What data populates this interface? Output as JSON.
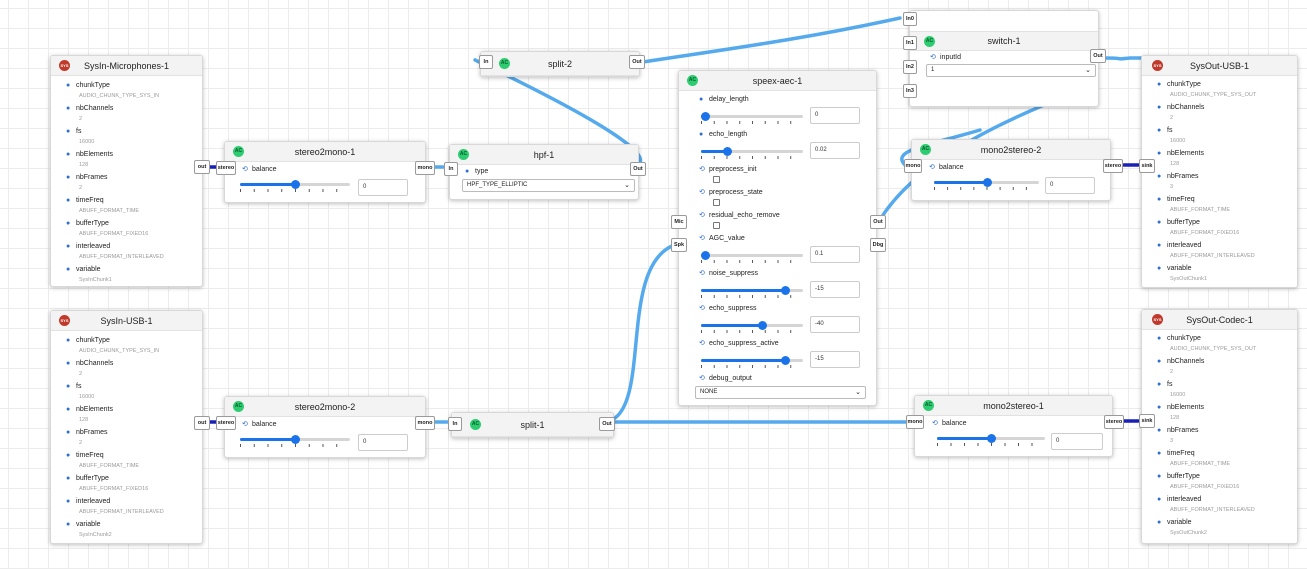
{
  "colors": {
    "wire": "#55aaee",
    "wire_dark": "#1820b8",
    "accent": "#1a73e8",
    "ac_badge": "#2ecc71",
    "sys_badge": "#c0392b"
  },
  "nodes": {
    "sysin_mic": {
      "title": "SysIn-Microphones-1",
      "badge": "SYS",
      "props": [
        {
          "label": "chunkType",
          "value": "AUDIO_CHUNK_TYPE_SYS_IN"
        },
        {
          "label": "nbChannels",
          "value": "2"
        },
        {
          "label": "fs",
          "value": "16000"
        },
        {
          "label": "nbElements",
          "value": "128"
        },
        {
          "label": "nbFrames",
          "value": "2"
        },
        {
          "label": "timeFreq",
          "value": "ABUFF_FORMAT_TIME"
        },
        {
          "label": "bufferType",
          "value": "ABUFF_FORMAT_FIXED16"
        },
        {
          "label": "interleaved",
          "value": "ABUFF_FORMAT_INTERLEAVED"
        },
        {
          "label": "variable",
          "value": "SysInChunk1"
        }
      ],
      "port_out": "out"
    },
    "sysin_usb": {
      "title": "SysIn-USB-1",
      "badge": "SYS",
      "props": [
        {
          "label": "chunkType",
          "value": "AUDIO_CHUNK_TYPE_SYS_IN"
        },
        {
          "label": "nbChannels",
          "value": "2"
        },
        {
          "label": "fs",
          "value": "16000"
        },
        {
          "label": "nbElements",
          "value": "128"
        },
        {
          "label": "nbFrames",
          "value": "2"
        },
        {
          "label": "timeFreq",
          "value": "ABUFF_FORMAT_TIME"
        },
        {
          "label": "bufferType",
          "value": "ABUFF_FORMAT_FIXED16"
        },
        {
          "label": "interleaved",
          "value": "ABUFF_FORMAT_INTERLEAVED"
        },
        {
          "label": "variable",
          "value": "SysInChunk2"
        }
      ],
      "port_out": "out"
    },
    "s2m1": {
      "title": "stereo2mono-1",
      "badge": "AC",
      "port_in": "stereo",
      "port_out": "mono",
      "prop": "balance",
      "value": "0",
      "level": 0.5
    },
    "s2m2": {
      "title": "stereo2mono-2",
      "badge": "AC",
      "port_in": "stereo",
      "port_out": "mono",
      "prop": "balance",
      "value": "0",
      "level": 0.5
    },
    "hpf": {
      "title": "hpf-1",
      "badge": "AC",
      "port_in": "In",
      "port_out": "Out",
      "prop": "type",
      "value": "HPF_TYPE_ELLIPTIC"
    },
    "split2": {
      "title": "split-2",
      "badge": "AC",
      "port_in": "In",
      "port_out": "Out"
    },
    "split1": {
      "title": "split-1",
      "badge": "AC",
      "port_in": "In",
      "port_out": "Out"
    },
    "aec": {
      "title": "speex-aec-1",
      "badge": "AC",
      "ports_in": [
        "Mic",
        "Spk"
      ],
      "ports_out": [
        "Out",
        "Dbg"
      ],
      "params": [
        {
          "kind": "slider",
          "label": "delay_length",
          "value": "0",
          "level": 0.04
        },
        {
          "kind": "slider",
          "label": "echo_length",
          "value": "0.02",
          "level": 0.25
        },
        {
          "kind": "check",
          "label": "preprocess_init"
        },
        {
          "kind": "check",
          "label": "preprocess_state"
        },
        {
          "kind": "check",
          "label": "residual_echo_remove"
        },
        {
          "kind": "slider",
          "label": "AGC_value",
          "value": "0.1",
          "level": 0.04
        },
        {
          "kind": "slider",
          "label": "noise_suppress",
          "value": "-15",
          "level": 0.82
        },
        {
          "kind": "slider",
          "label": "echo_suppress",
          "value": "-40",
          "level": 0.6
        },
        {
          "kind": "slider",
          "label": "echo_suppress_active",
          "value": "-15",
          "level": 0.82
        },
        {
          "kind": "select",
          "label": "debug_output",
          "value": "NONE"
        }
      ]
    },
    "switch": {
      "title": "switch-1",
      "badge": "AC",
      "ports_in": [
        "In0",
        "In1",
        "In2",
        "In3"
      ],
      "port_out": "Out",
      "prop": "inputId",
      "value": "1"
    },
    "m2s2": {
      "title": "mono2stereo-2",
      "badge": "AC",
      "port_in": "mono",
      "port_out": "stereo",
      "prop": "balance",
      "value": "0",
      "level": 0.5
    },
    "m2s1": {
      "title": "mono2stereo-1",
      "badge": "AC",
      "port_in": "mono",
      "port_out": "stereo",
      "prop": "balance",
      "value": "0",
      "level": 0.5
    },
    "sysout_usb": {
      "title": "SysOut-USB-1",
      "badge": "SYS",
      "props": [
        {
          "label": "chunkType",
          "value": "AUDIO_CHUNK_TYPE_SYS_OUT"
        },
        {
          "label": "nbChannels",
          "value": "2"
        },
        {
          "label": "fs",
          "value": "16000"
        },
        {
          "label": "nbElements",
          "value": "128"
        },
        {
          "label": "nbFrames",
          "value": "3"
        },
        {
          "label": "timeFreq",
          "value": "ABUFF_FORMAT_TIME"
        },
        {
          "label": "bufferType",
          "value": "ABUFF_FORMAT_FIXED16"
        },
        {
          "label": "interleaved",
          "value": "ABUFF_FORMAT_INTERLEAVED"
        },
        {
          "label": "variable",
          "value": "SysOutChunk1"
        }
      ],
      "port_in": "sink"
    },
    "sysout_codec": {
      "title": "SysOut-Codec-1",
      "badge": "SYS",
      "props": [
        {
          "label": "chunkType",
          "value": "AUDIO_CHUNK_TYPE_SYS_OUT"
        },
        {
          "label": "nbChannels",
          "value": "2"
        },
        {
          "label": "fs",
          "value": "16000"
        },
        {
          "label": "nbElements",
          "value": "128"
        },
        {
          "label": "nbFrames",
          "value": "3"
        },
        {
          "label": "timeFreq",
          "value": "ABUFF_FORMAT_TIME"
        },
        {
          "label": "bufferType",
          "value": "ABUFF_FORMAT_FIXED16"
        },
        {
          "label": "interleaved",
          "value": "ABUFF_FORMAT_INTERLEAVED"
        },
        {
          "label": "variable",
          "value": "SysOutChunk2"
        }
      ],
      "port_in": "sink"
    }
  }
}
